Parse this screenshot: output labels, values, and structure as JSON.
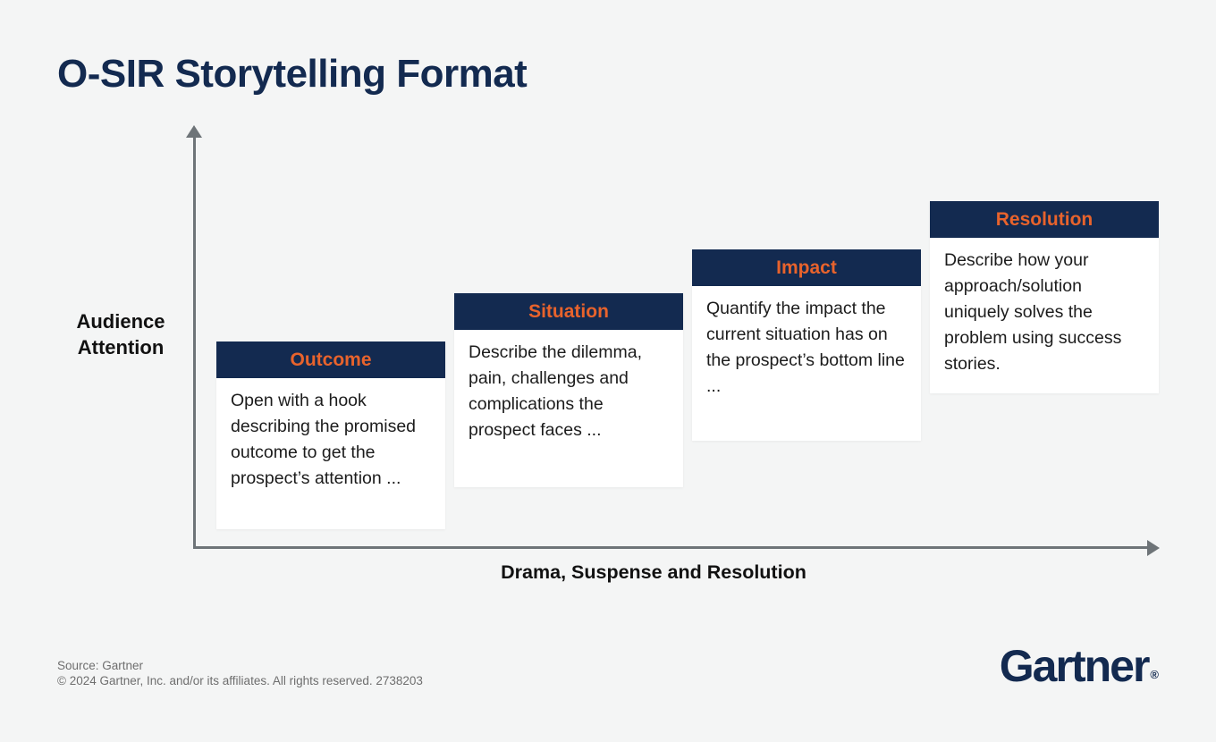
{
  "title": "O-SIR Storytelling Format",
  "axes": {
    "y_label_lines": [
      "Audience",
      "Attention"
    ],
    "x_label": "Drama, Suspense and Resolution"
  },
  "steps": [
    {
      "label": "Outcome",
      "description": "Open with a hook describing the promised outcome to get the prospect’s attention ..."
    },
    {
      "label": "Situation",
      "description": "Describe the dilemma, pain, challenges and complications the prospect faces ..."
    },
    {
      "label": "Impact",
      "description": "Quantify the impact the current situation has on the prospect’s bottom line ..."
    },
    {
      "label": "Resolution",
      "description": "Describe how your approach/solution uniquely solves the problem using success stories."
    }
  ],
  "footer": {
    "source": "Source: Gartner",
    "copyright": "© 2024 Gartner, Inc. and/or its affiliates. All rights reserved. 2738203",
    "brand": "Gartner",
    "registered_mark": "®"
  },
  "colors": {
    "navy": "#132a50",
    "orange": "#e8632c",
    "bg": "#f4f5f5",
    "axis": "#6e7478",
    "ink": "#111111",
    "body_text": "#1c1c1c",
    "muted": "#6e6e6e",
    "box_bg": "#ffffff"
  }
}
